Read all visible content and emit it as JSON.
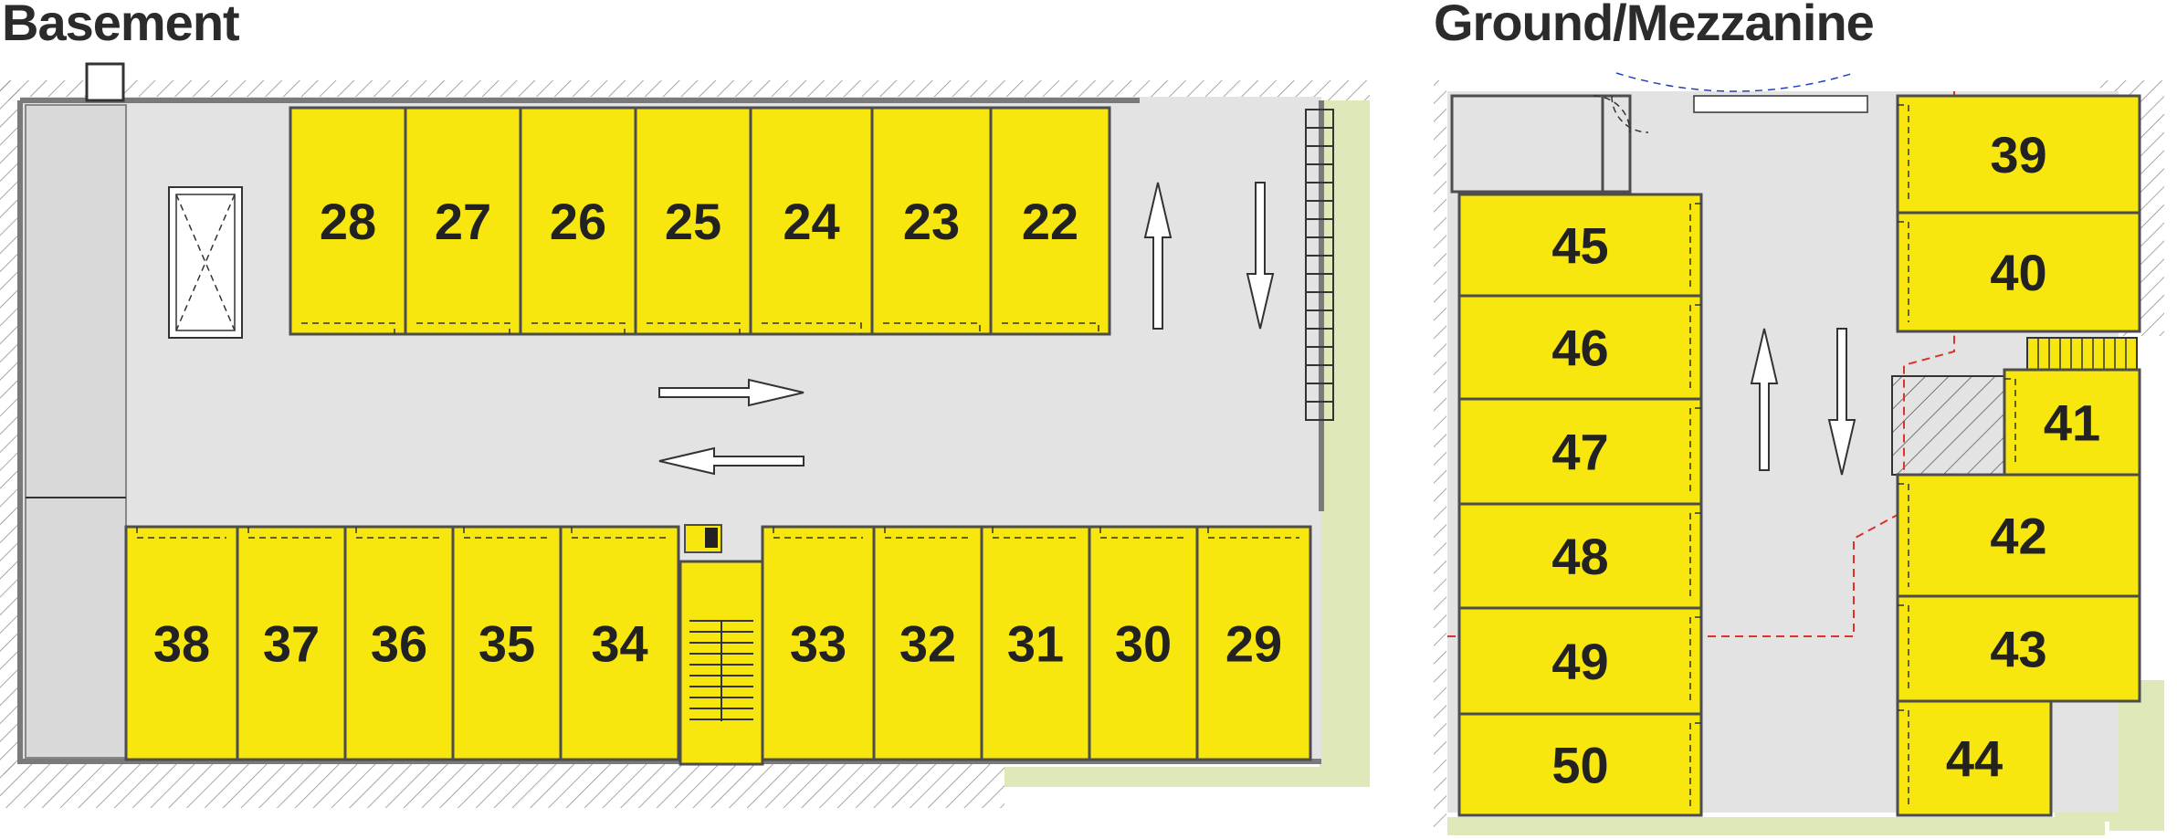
{
  "plans": [
    {
      "title": "Basement"
    },
    {
      "title": "Ground/Mezzanine"
    }
  ],
  "colors": {
    "unit_fill": "#f7e70e",
    "floor": "#e3e3e3",
    "grass": "#dfe8b8",
    "wall": "#7a7a7a"
  },
  "basement": {
    "top_row": [
      "28",
      "27",
      "26",
      "25",
      "24",
      "23",
      "22"
    ],
    "bottom_row": [
      "38",
      "37",
      "36",
      "35",
      "34",
      "33",
      "32",
      "31",
      "30",
      "29"
    ]
  },
  "ground": {
    "left_column": [
      "45",
      "46",
      "47",
      "48",
      "49",
      "50"
    ],
    "right_column": [
      "39",
      "40",
      "41",
      "42",
      "43",
      "44"
    ]
  }
}
